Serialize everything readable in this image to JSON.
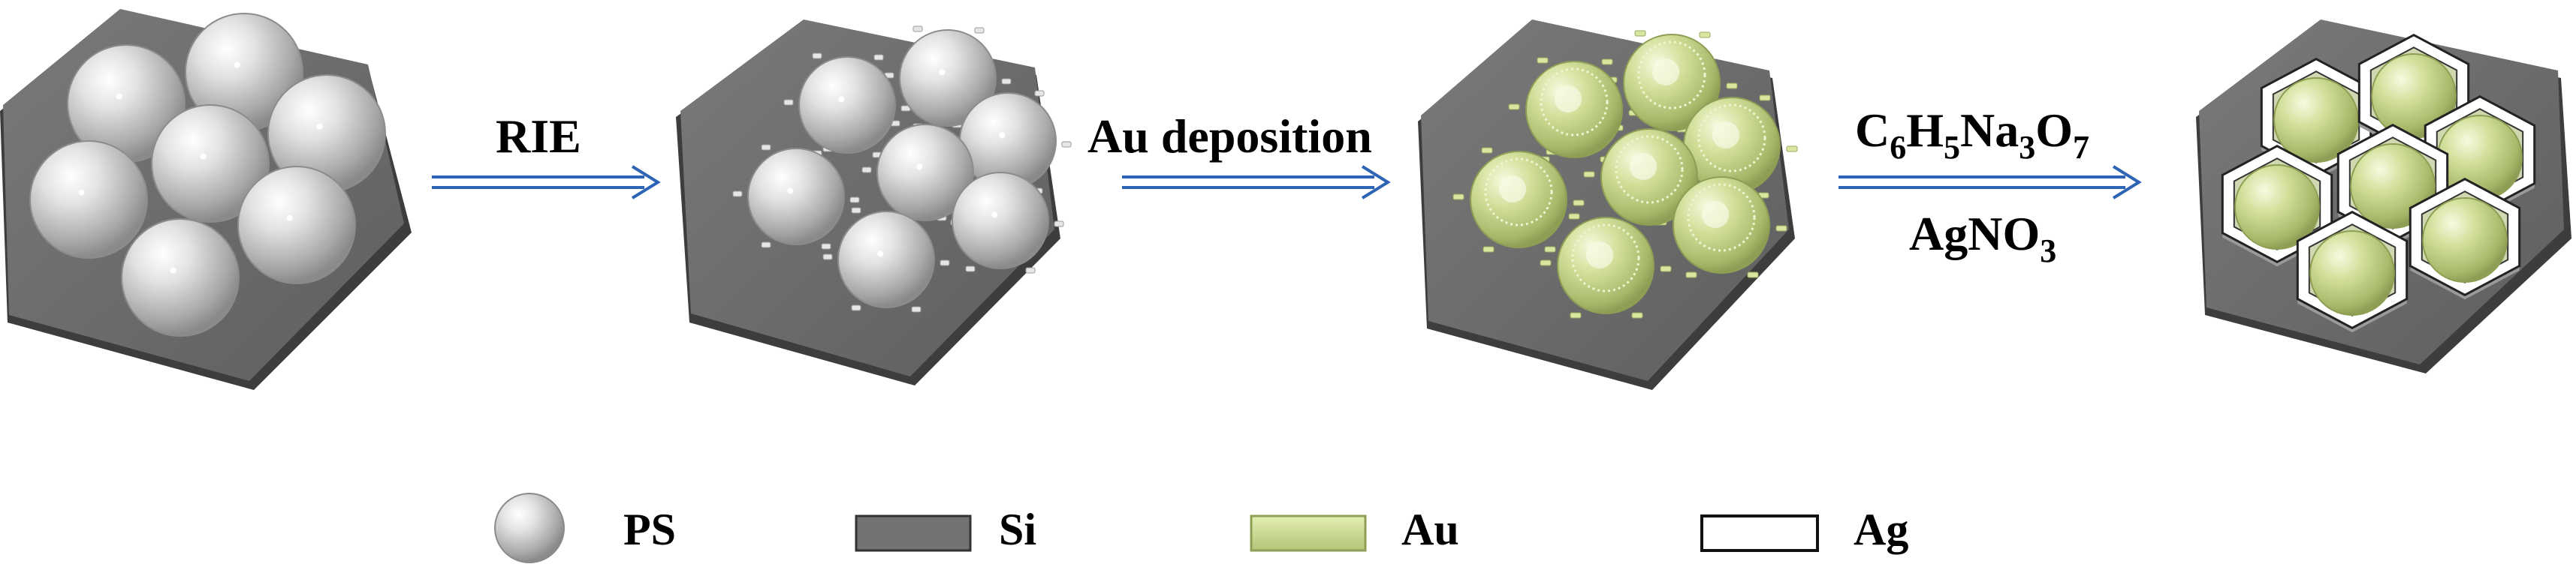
{
  "steps": {
    "rie": "RIE",
    "au_deposition": "Au deposition",
    "reagent_1": {
      "parts": [
        "C",
        "6",
        "H",
        "5",
        "Na",
        "3",
        "O",
        "7"
      ]
    },
    "reagent_2": {
      "parts": [
        "AgNO",
        "3"
      ]
    }
  },
  "legend": {
    "ps": "PS",
    "si": "Si",
    "au": "Au",
    "ag": "Ag"
  },
  "colors": {
    "sphere": "#c8c8c8",
    "substrate": "#6f6f6f",
    "gold": "#c9d98c",
    "silver": "#ffffff",
    "arrow": "#2e64b4"
  }
}
